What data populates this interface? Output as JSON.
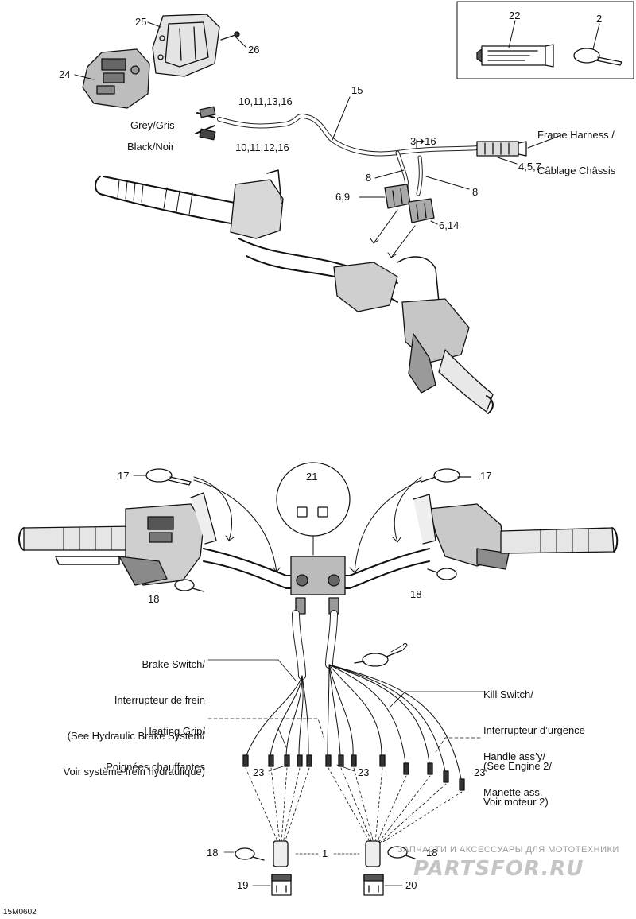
{
  "diagram_code": "15M0602",
  "callouts": {
    "c25": "25",
    "c26": "26",
    "c24": "24",
    "c22": "22",
    "c2_kit": "2",
    "c15": "15",
    "c_grey_refs": "10,11,13,16",
    "c_black_refs": "10,11,12,16",
    "c3_16": "3➔16",
    "c8_left": "8",
    "c8_right": "8",
    "c6_9": "6,9",
    "c6_14": "6,14",
    "c4_5_7": "4,5,7",
    "c17_left": "17",
    "c17_right": "17",
    "c21": "21",
    "c18_left": "18",
    "c18_right": "18",
    "c2_mid": "2",
    "c23_a": "23",
    "c23_b": "23",
    "c23_c": "23",
    "c18_bottom_left": "18",
    "c1": "1",
    "c18_bottom_right": "18",
    "c19": "19",
    "c20": "20"
  },
  "labels": {
    "grey": "Grey/Gris",
    "black": "Black/Noir",
    "frame_harness_1": "Frame Harness /",
    "frame_harness_2": "Câblage Châssis",
    "brake_1": "Brake Switch/",
    "brake_2": "Interrupteur de frein",
    "brake_3": "(See Hydraulic Brake System/",
    "brake_4": "Voir système frein hydraulique)",
    "heating_1": "Heating Grip/",
    "heating_2": "Poignées chauffantes",
    "kill_1": "Kill Switch/",
    "kill_2": "Interrupteur d’urgence",
    "kill_3": "(See Engine 2/",
    "kill_4": "Voir moteur 2)",
    "handle_1": "Handle ass’y/",
    "handle_2": "Manette ass."
  },
  "watermark": {
    "line1": "ЗАПЧАСТИ И АКСЕССУАРЫ ДЛЯ МОТОТЕХНИКИ",
    "line2": "PARTSFOR.RU"
  }
}
